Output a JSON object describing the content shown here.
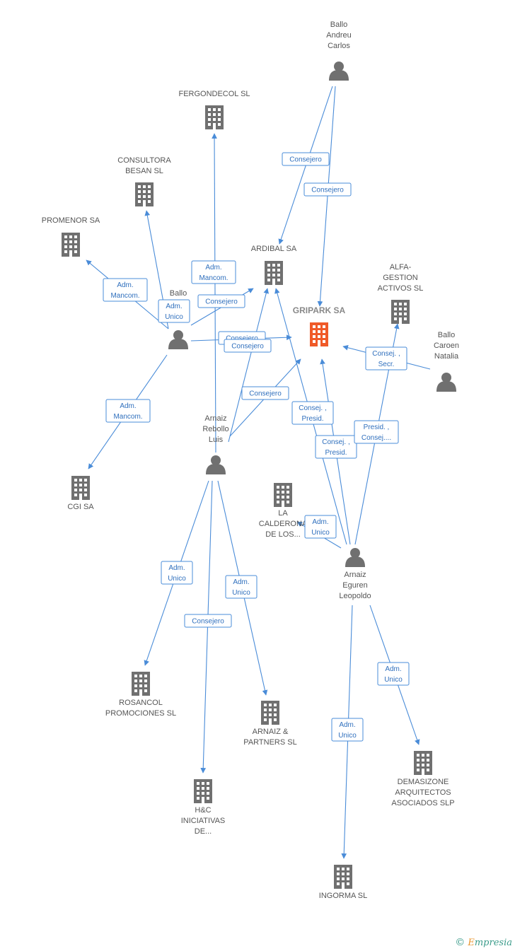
{
  "colors": {
    "edge": "#4a8cd8",
    "node": "#707070",
    "highlight": "#f05a28"
  },
  "nodes": [
    {
      "id": "ballo-andreu",
      "kind": "person",
      "lines": [
        "Ballo",
        "Andreu",
        "Carlos"
      ]
    },
    {
      "id": "fergondecol",
      "kind": "company",
      "lines": [
        "FERGONDECOL SL"
      ]
    },
    {
      "id": "consultora-besan",
      "kind": "company",
      "lines": [
        "CONSULTORA",
        "BESAN SL"
      ]
    },
    {
      "id": "promenor",
      "kind": "company",
      "lines": [
        "PROMENOR SA"
      ]
    },
    {
      "id": "ardibal",
      "kind": "company",
      "lines": [
        "ARDIBAL SA"
      ]
    },
    {
      "id": "gripark",
      "kind": "company",
      "main": true,
      "lines": [
        "GRIPARK SA"
      ]
    },
    {
      "id": "alfa-gestion",
      "kind": "company",
      "lines": [
        "ALFA-",
        "GESTION",
        "ACTIVOS SL"
      ]
    },
    {
      "id": "ballo",
      "kind": "person",
      "lines": [
        "Ballo"
      ]
    },
    {
      "id": "ballo-caroen",
      "kind": "person",
      "lines": [
        "Ballo",
        "Caroen",
        "Natalia"
      ]
    },
    {
      "id": "arnaiz-rebollo",
      "kind": "person",
      "lines": [
        "Arnaiz",
        "Rebollo",
        "Luis"
      ]
    },
    {
      "id": "cgi",
      "kind": "company",
      "lines": [
        "CGI SA"
      ]
    },
    {
      "id": "la-calderona",
      "kind": "company",
      "lines": [
        "LA",
        "CALDERONA",
        "DE LOS..."
      ]
    },
    {
      "id": "arnaiz-eguren",
      "kind": "person",
      "lines": [
        "Arnaiz",
        "Eguren",
        "Leopoldo"
      ]
    },
    {
      "id": "rosancol",
      "kind": "company",
      "lines": [
        "ROSANCOL",
        "PROMOCIONES SL"
      ]
    },
    {
      "id": "arnaiz-partners",
      "kind": "company",
      "lines": [
        "ARNAIZ &",
        "PARTNERS SL"
      ]
    },
    {
      "id": "hc-iniciativas",
      "kind": "company",
      "lines": [
        "H&C",
        "INICIATIVAS",
        "DE..."
      ]
    },
    {
      "id": "demasizone",
      "kind": "company",
      "lines": [
        "DEMASIZONE",
        "ARQUITECTOS",
        "ASOCIADOS SLP"
      ]
    },
    {
      "id": "ingorma",
      "kind": "company",
      "lines": [
        "INGORMA SL"
      ]
    }
  ],
  "edges": [
    {
      "from": "ballo-andreu",
      "to": "ardibal",
      "lines": [
        "Consejero"
      ]
    },
    {
      "from": "ballo-andreu",
      "to": "gripark",
      "lines": [
        "Consejero"
      ]
    },
    {
      "from": "ballo",
      "to": "promenor",
      "lines": [
        "Adm.",
        "Mancom."
      ]
    },
    {
      "from": "ballo",
      "to": "consultora-besan",
      "lines": [
        "Adm.",
        "Unico"
      ]
    },
    {
      "from": "ballo",
      "to": "ardibal",
      "lines": [
        "Consejero"
      ]
    },
    {
      "from": "ballo",
      "to": "gripark",
      "lines": [
        "Consejero"
      ]
    },
    {
      "from": "ballo",
      "to": "cgi",
      "lines": [
        "Adm.",
        "Mancom."
      ]
    },
    {
      "from": "arnaiz-rebollo",
      "to": "fergondecol",
      "lines": [
        "Adm.",
        "Mancom."
      ]
    },
    {
      "from": "arnaiz-rebollo",
      "to": "ardibal",
      "lines": [
        "Consejero"
      ]
    },
    {
      "from": "arnaiz-rebollo",
      "to": "gripark",
      "lines": [
        "Consejero"
      ]
    },
    {
      "from": "arnaiz-rebollo",
      "to": "rosancol",
      "lines": [
        "Adm.",
        "Unico"
      ]
    },
    {
      "from": "arnaiz-rebollo",
      "to": "hc-iniciativas",
      "lines": [
        "Consejero"
      ]
    },
    {
      "from": "arnaiz-rebollo",
      "to": "arnaiz-partners",
      "lines": [
        "Adm.",
        "Unico"
      ]
    },
    {
      "from": "ballo-caroen",
      "to": "gripark",
      "lines": [
        "Consej. ,",
        "Secr."
      ]
    },
    {
      "from": "arnaiz-eguren",
      "to": "ardibal",
      "lines": [
        "Consej. ,",
        "Presid."
      ]
    },
    {
      "from": "arnaiz-eguren",
      "to": "gripark",
      "lines": [
        "Consej. ,",
        "Presid."
      ]
    },
    {
      "from": "arnaiz-eguren",
      "to": "alfa-gestion",
      "lines": [
        "Presid. ,",
        "Consej...."
      ]
    },
    {
      "from": "arnaiz-eguren",
      "to": "la-calderona",
      "lines": [
        "Adm.",
        "Unico"
      ]
    },
    {
      "from": "arnaiz-eguren",
      "to": "demasizone",
      "lines": [
        "Adm.",
        "Unico"
      ]
    },
    {
      "from": "arnaiz-eguren",
      "to": "ingorma",
      "lines": [
        "Adm.",
        "Unico"
      ]
    }
  ],
  "brand": {
    "copyright": "©",
    "first": "E",
    "rest": "mpresia"
  }
}
